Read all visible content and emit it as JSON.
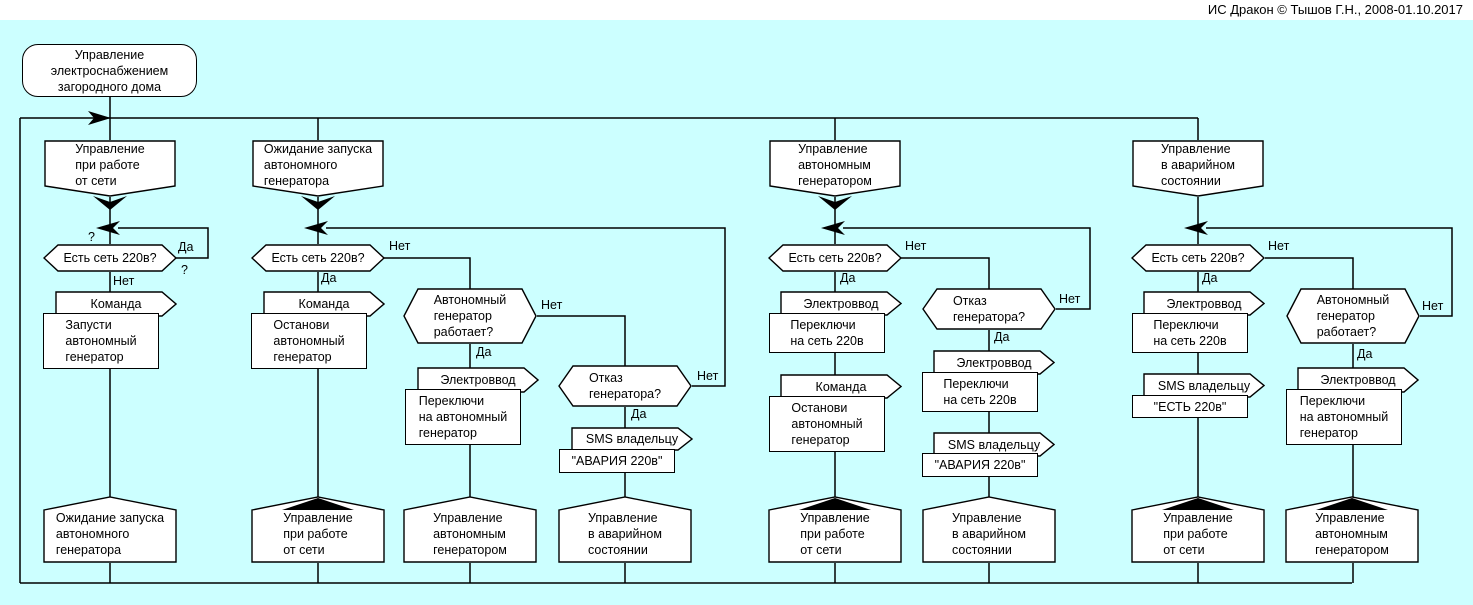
{
  "meta": {
    "app_title": "ИС Дракон © Тышов Г.Н., 2008-01.10.2017"
  },
  "colors": {
    "canvas": "#ccffff",
    "page": "#ffffff",
    "node_fill": "#ffffff",
    "line": "#000000"
  },
  "t": {
    "start": "Управление\nэлектроснабжением\nзагородного дома",
    "ctl_grid": "Управление\nпри работе\nот сети",
    "wait_gen": "Ожидание запуска\nавтономного\nгенератора",
    "ctl_gen": "Управление\nавтономным\nгенератором",
    "ctl_alarm": "Управление\nв аварийном\nсостоянии",
    "q_net": "Есть сеть 220в?",
    "q_gen_works": "Автономный\nгенератор\nработает?",
    "q_gen_fail": "Отказ\nгенератора?",
    "pen_cmd": "Команда",
    "pen_power": "Электроввод",
    "pen_sms": "SMS владельцу",
    "act_start_gen": "Запусти\nавтономный\nгенератор",
    "act_stop_gen": "Останови\nавтономный\nгенератор",
    "act_sw_gen": "Переключи\nна автономный\nгенератор",
    "act_sw_net": "Переключи\nна сеть 220в",
    "msg_alarm": "\"АВАРИЯ 220в\"",
    "msg_ok": "\"ЕСТЬ 220в\"",
    "yes": "Да",
    "no": "Нет",
    "q": "?"
  }
}
